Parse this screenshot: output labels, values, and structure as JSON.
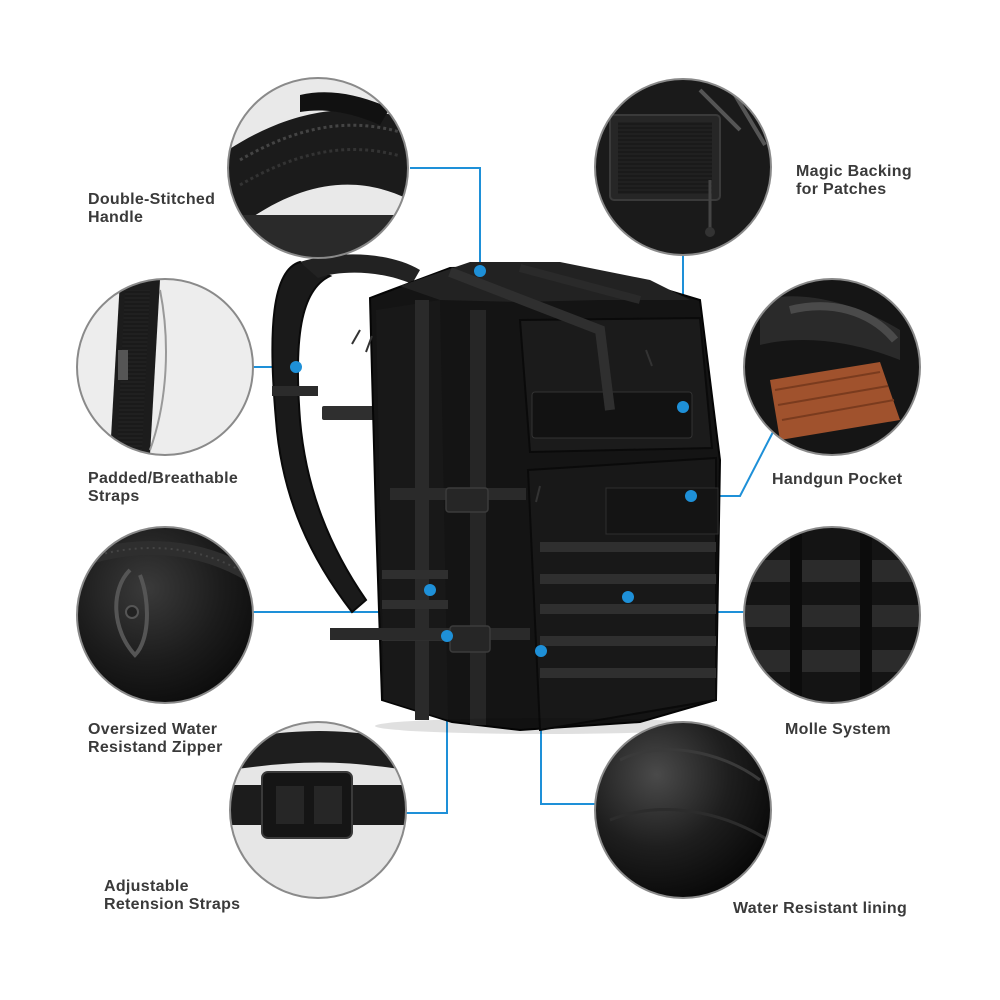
{
  "colors": {
    "callout_line": "#1e90d8",
    "callout_dot": "#1e90d8",
    "circle_border": "#8a8a8a",
    "bag_fabric": "#161616",
    "bag_webbing": "#2a2a2a",
    "label_text": "#3a3a3a",
    "holster_leather": "#a0522d"
  },
  "features": [
    {
      "id": "handle",
      "lines": [
        "Double-Stitched",
        "Handle"
      ]
    },
    {
      "id": "patches",
      "lines": [
        "Magic Backing",
        "for Patches"
      ]
    },
    {
      "id": "straps",
      "lines": [
        "Padded/Breathable",
        "Straps"
      ]
    },
    {
      "id": "handgun",
      "lines": [
        "Handgun Pocket"
      ]
    },
    {
      "id": "zipper",
      "lines": [
        "Oversized Water",
        "Resistand Zipper"
      ]
    },
    {
      "id": "molle",
      "lines": [
        "Molle System"
      ]
    },
    {
      "id": "retension",
      "lines": [
        "Adjustable",
        "Retension Straps"
      ]
    },
    {
      "id": "lining",
      "lines": [
        "Water Resistant lining"
      ]
    }
  ]
}
